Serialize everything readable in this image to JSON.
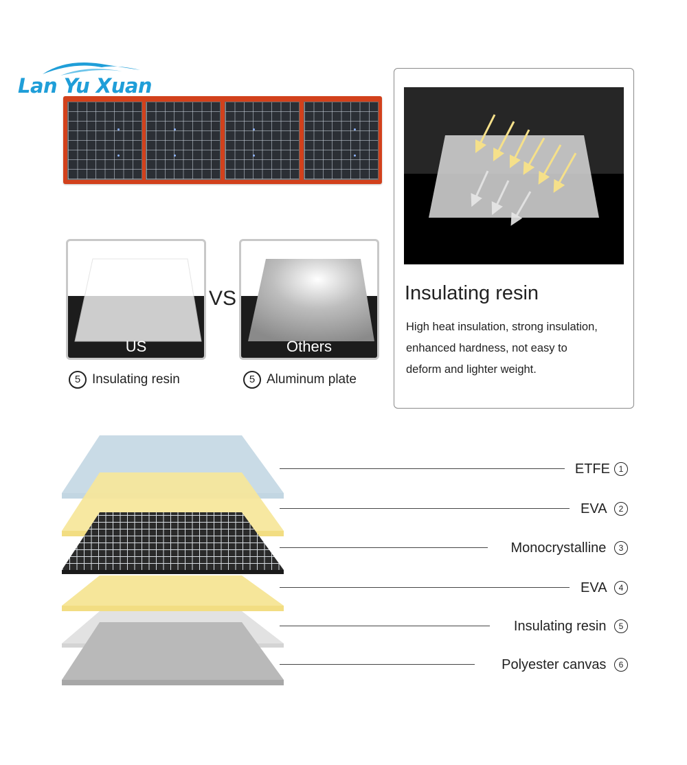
{
  "logo": {
    "text": "Lan Yu Xuan",
    "icon": "wave-icon",
    "color": "#1f9ed8"
  },
  "comparison": {
    "us_card": {
      "caption": "US"
    },
    "others_card": {
      "caption": "Others"
    },
    "vs": "VS",
    "us_label": {
      "number": "5",
      "text": "Insulating resin"
    },
    "others_label": {
      "number": "5",
      "text": "Aluminum plate"
    }
  },
  "resin_card": {
    "title": "Insulating resin",
    "description": "High heat insulation, strong insulation,\nenhanced hardness, not easy to\ndeform and lighter weight."
  },
  "layers": [
    {
      "name": "ETFE",
      "number": "1",
      "color": "#c9dbe6"
    },
    {
      "name": "EVA ",
      "number": "2",
      "color": "#f6e69a"
    },
    {
      "name": "Monocrystalline ",
      "number": "3",
      "color": "#2a2a2a"
    },
    {
      "name": "EVA ",
      "number": "4",
      "color": "#f6e69a"
    },
    {
      "name": "Insulating resin ",
      "number": "5",
      "color": "#e2e2e2"
    },
    {
      "name": "Polyester canvas ",
      "number": "6",
      "color": "#b9b9b9"
    }
  ],
  "colors": {
    "panel_frame": "#d2411c",
    "accent": "#1f9ed8"
  }
}
